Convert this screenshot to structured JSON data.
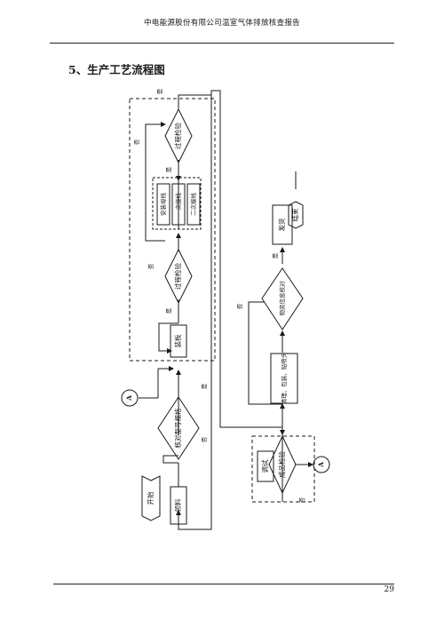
{
  "header": {
    "text": "中电能源股份有限公司温室气体排放核查报告"
  },
  "section": {
    "title": "5、生产工艺流程图"
  },
  "footer": {
    "page_number": "29"
  },
  "flow": {
    "start": "开始",
    "cutting": "领料",
    "model_check": "核对型号规格",
    "connector_a": "A",
    "assembly": "装板",
    "process_check_1": "过程检验",
    "line_1": "安装母线",
    "line_2": "一次接线",
    "line_3": "二次接线",
    "process_check_2": "过程检验",
    "debug": "调试",
    "final_check": "成品检验",
    "connector_a2": "A",
    "clean": "清理、包装、贴喷头",
    "info_check": "物资信息核对",
    "ship": "发货",
    "end": "结束",
    "yes": "是",
    "no": "否"
  }
}
